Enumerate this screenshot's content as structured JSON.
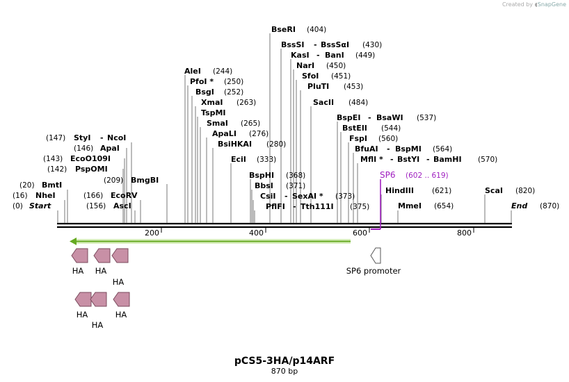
{
  "credit": {
    "prefix": "Created by",
    "brand": "SnapGene"
  },
  "map": {
    "name": "pCS5-3HA/p14ARF",
    "length_label": "870 bp",
    "ticks": [
      "200",
      "400",
      "600",
      "800"
    ]
  },
  "sites": [
    {
      "id": "start",
      "name": "Start",
      "pos": "(0)",
      "italic": true
    },
    {
      "id": "nhei",
      "name": "NheI",
      "pos": "(16)"
    },
    {
      "id": "bmti",
      "name": "BmtI",
      "pos": "(20)"
    },
    {
      "id": "pspomi",
      "name": "PspOMI",
      "pos": "(142)"
    },
    {
      "id": "ecoo109i",
      "name": "EcoO109I",
      "pos": "(143)"
    },
    {
      "id": "apai",
      "name": "ApaI",
      "pos": "(146)"
    },
    {
      "id": "styi",
      "name": "StyI",
      "extra": "NcoI",
      "pos": "(147)"
    },
    {
      "id": "asci",
      "name": "AscI",
      "pos": "(156)"
    },
    {
      "id": "ecorv",
      "name": "EcoRV",
      "pos": "(166)"
    },
    {
      "id": "bmgbi",
      "name": "BmgBI",
      "pos": "(209)"
    },
    {
      "id": "alei",
      "name": "AleI",
      "pos": "(244)"
    },
    {
      "id": "pfoi",
      "name": "PfoI *",
      "pos": "(250)"
    },
    {
      "id": "bsgi",
      "name": "BsgI",
      "pos": "(252)"
    },
    {
      "id": "xmai",
      "name": "XmaI",
      "pos": "(263)"
    },
    {
      "id": "tspmi",
      "name": "TspMI",
      "pos": ""
    },
    {
      "id": "smai",
      "name": "SmaI",
      "pos": "(265)"
    },
    {
      "id": "apali",
      "name": "ApaLI",
      "pos": "(276)"
    },
    {
      "id": "bsihkai",
      "name": "BsiHKAI",
      "pos": "(280)"
    },
    {
      "id": "ecii",
      "name": "EciI",
      "pos": "(333)"
    },
    {
      "id": "bsphi",
      "name": "BspHI",
      "pos": "(368)"
    },
    {
      "id": "bbsi",
      "name": "BbsI",
      "pos": "(371)"
    },
    {
      "id": "csii",
      "name": "CsiI",
      "extra": "SexAI *",
      "pos": "(373)"
    },
    {
      "id": "pflfi",
      "name": "PflFI",
      "extra": "Tth111I",
      "pos": "(375)"
    },
    {
      "id": "bseri",
      "name": "BseRI",
      "pos": "(404)"
    },
    {
      "id": "bsssi",
      "name": "BssSI",
      "extra": "BssSαI",
      "pos": "(430)"
    },
    {
      "id": "kasi",
      "name": "KasI",
      "extra": "BanI",
      "pos": "(449)"
    },
    {
      "id": "nari",
      "name": "NarI",
      "pos": "(450)"
    },
    {
      "id": "sfoi",
      "name": "SfoI",
      "pos": "(451)"
    },
    {
      "id": "pluti",
      "name": "PluTI",
      "pos": "(453)"
    },
    {
      "id": "sacii",
      "name": "SacII",
      "pos": "(484)"
    },
    {
      "id": "bspei",
      "name": "BspEI",
      "extra": "BsaWI",
      "pos": "(537)"
    },
    {
      "id": "bsteii",
      "name": "BstEII",
      "pos": "(544)"
    },
    {
      "id": "fspi",
      "name": "FspI",
      "pos": "(560)"
    },
    {
      "id": "bfuai",
      "name": "BfuAI",
      "extra": "BspMI",
      "pos": "(564)"
    },
    {
      "id": "mfli",
      "name": "MflI *",
      "extra": "BstYI",
      "extra2": "BamHI",
      "pos": "(570)"
    },
    {
      "id": "hindiii",
      "name": "HindIII",
      "pos": "(621)"
    },
    {
      "id": "mmei",
      "name": "MmeI",
      "pos": "(654)"
    },
    {
      "id": "scai",
      "name": "ScaI",
      "pos": "(820)"
    },
    {
      "id": "end",
      "name": "End",
      "pos": "(870)",
      "italic": true
    }
  ],
  "sp6": {
    "name": "SP6",
    "range": "(602 .. 619)",
    "color": "#a020c0"
  },
  "features": {
    "orf_color": "#66aa22",
    "promoter_label": "SP6 promoter",
    "ha_label": "HA",
    "ha_color": "#c890a6"
  }
}
